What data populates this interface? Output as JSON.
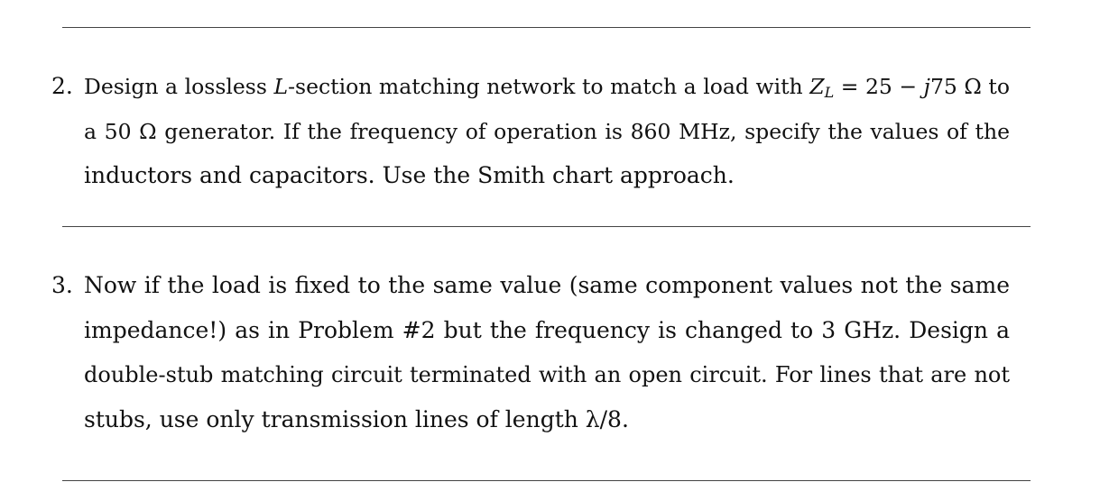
{
  "problems": [
    {
      "number": "2.",
      "lines": [
        [
          {
            "text": "Design a lossless ",
            "style": "normal"
          },
          {
            "text": "L",
            "style": "math"
          },
          {
            "text": "-section matching network to match a load with ",
            "style": "normal"
          },
          {
            "text": "Z",
            "style": "math"
          },
          {
            "text": "L",
            "style": "sub"
          },
          {
            "text": " = 25 − ",
            "style": "normal"
          },
          {
            "text": "j",
            "style": "math"
          },
          {
            "text": "75 Ω to",
            "style": "normal"
          }
        ],
        [
          {
            "text": "a 50 Ω generator.  If the frequency of operation is 860 MHz, specify the values of the",
            "style": "normal"
          }
        ],
        [
          {
            "text": "inductors and capacitors. Use the Smith chart approach.",
            "style": "normal"
          }
        ]
      ]
    },
    {
      "number": "3.",
      "lines": [
        [
          {
            "text": "Now if the load is fixed to the same value (same component values not the same",
            "style": "normal"
          }
        ],
        [
          {
            "text": "impedance!)  as in Problem #2 but the frequency is changed to 3 GHz.  Design a",
            "style": "normal"
          }
        ],
        [
          {
            "text": "double-stub matching circuit terminated with an open circuit.  For lines that are not",
            "style": "normal"
          }
        ],
        [
          {
            "text": "stubs, use only transmission lines of length λ/8.",
            "style": "normal"
          }
        ]
      ]
    }
  ]
}
